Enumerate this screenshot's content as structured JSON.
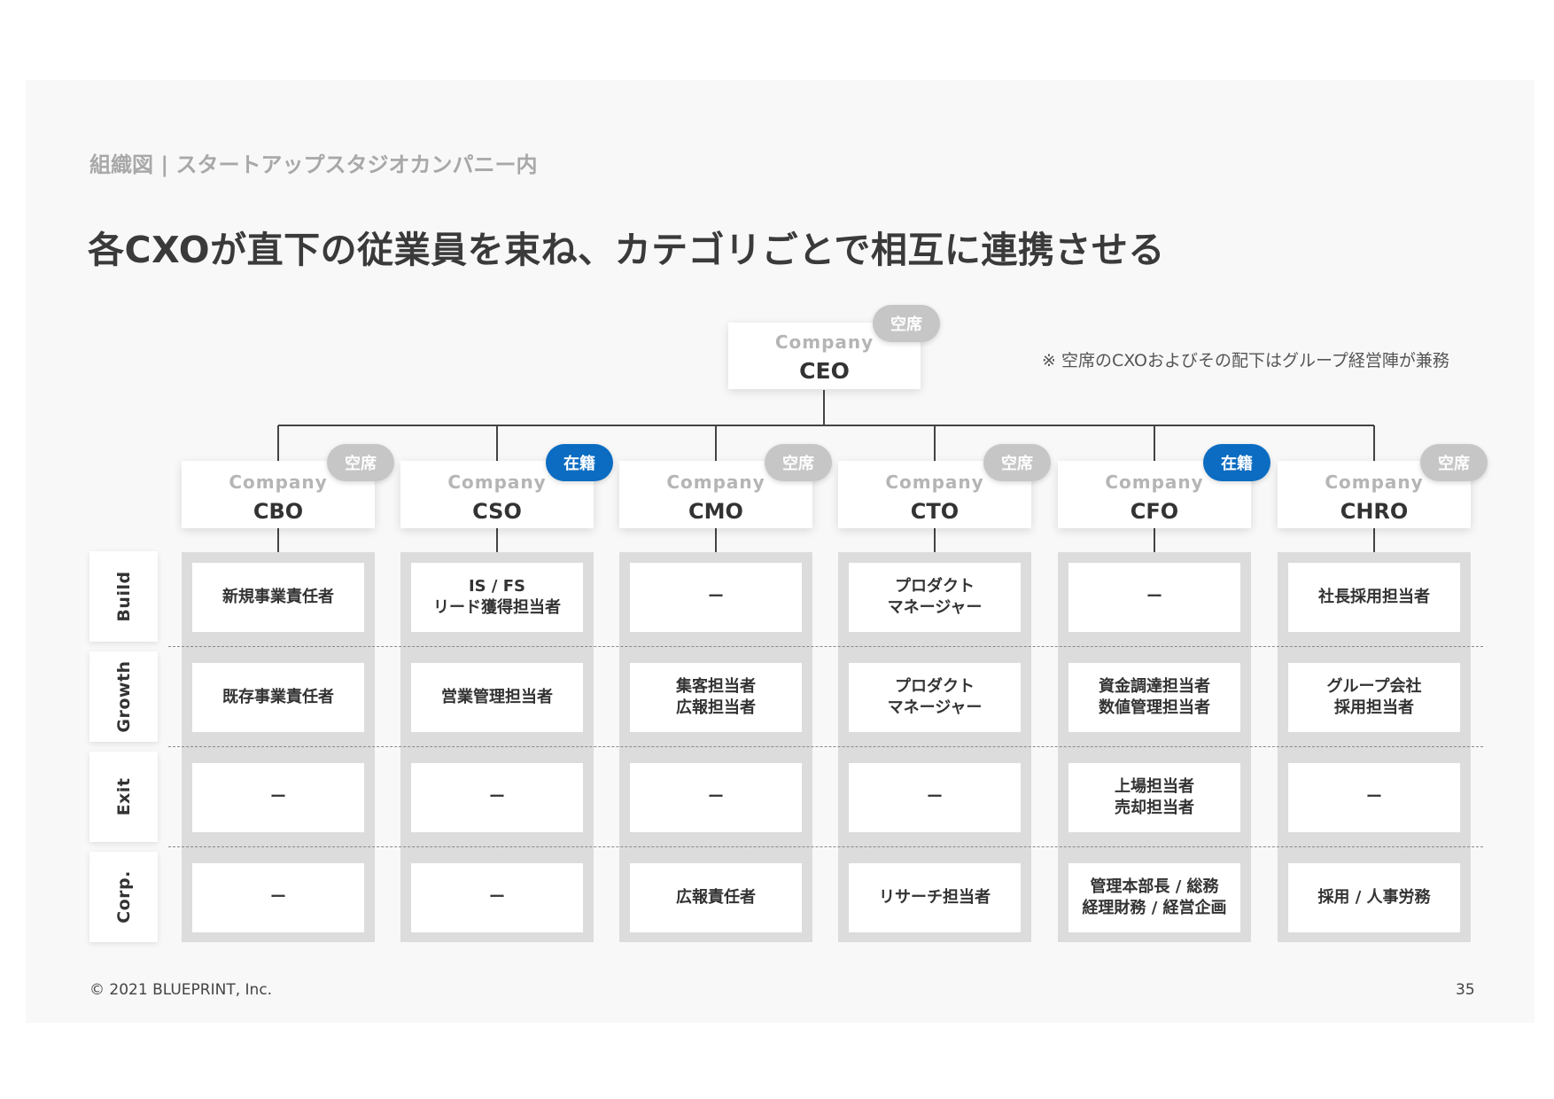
{
  "header": {
    "breadcrumb": "組織図 | スタートアップスタジオカンパニー内",
    "headline": "各CXOが直下の従業員を束ね、カテゴリごとで相互に連携させる"
  },
  "note": "※ 空席のCXOおよびその配下はグループ経営陣が兼務",
  "ceo": {
    "company": "Company",
    "title": "CEO",
    "status": "空席"
  },
  "executives": [
    {
      "company": "Company",
      "title": "CBO",
      "status": "空席",
      "status_type": "vacant"
    },
    {
      "company": "Company",
      "title": "CSO",
      "status": "在籍",
      "status_type": "active"
    },
    {
      "company": "Company",
      "title": "CMO",
      "status": "空席",
      "status_type": "vacant"
    },
    {
      "company": "Company",
      "title": "CTO",
      "status": "空席",
      "status_type": "vacant"
    },
    {
      "company": "Company",
      "title": "CFO",
      "status": "在籍",
      "status_type": "active"
    },
    {
      "company": "Company",
      "title": "CHRO",
      "status": "空席",
      "status_type": "vacant"
    }
  ],
  "categories": [
    "Build",
    "Growth",
    "Exit",
    "Corp."
  ],
  "grid": [
    [
      "新規事業責任者",
      "既存事業責任者",
      "ー",
      "ー"
    ],
    [
      "IS / FS\nリード獲得担当者",
      "営業管理担当者",
      "ー",
      "ー"
    ],
    [
      "ー",
      "集客担当者\n広報担当者",
      "ー",
      "広報責任者"
    ],
    [
      "プロダクト\nマネージャー",
      "プロダクト\nマネージャー",
      "ー",
      "リサーチ担当者"
    ],
    [
      "ー",
      "資金調達担当者\n数値管理担当者",
      "上場担当者\n売却担当者",
      "管理本部長 / 総務\n経理財務 / 経営企画"
    ],
    [
      "社長採用担当者",
      "グループ会社\n採用担当者",
      "ー",
      "採用 / 人事労務"
    ]
  ],
  "colors": {
    "active": "#0b6cc2",
    "vacant": "#c6c6c6",
    "connector": "#444444"
  },
  "footer": {
    "copyright": "© 2021 BLUEPRINT, Inc.",
    "page": "35"
  }
}
